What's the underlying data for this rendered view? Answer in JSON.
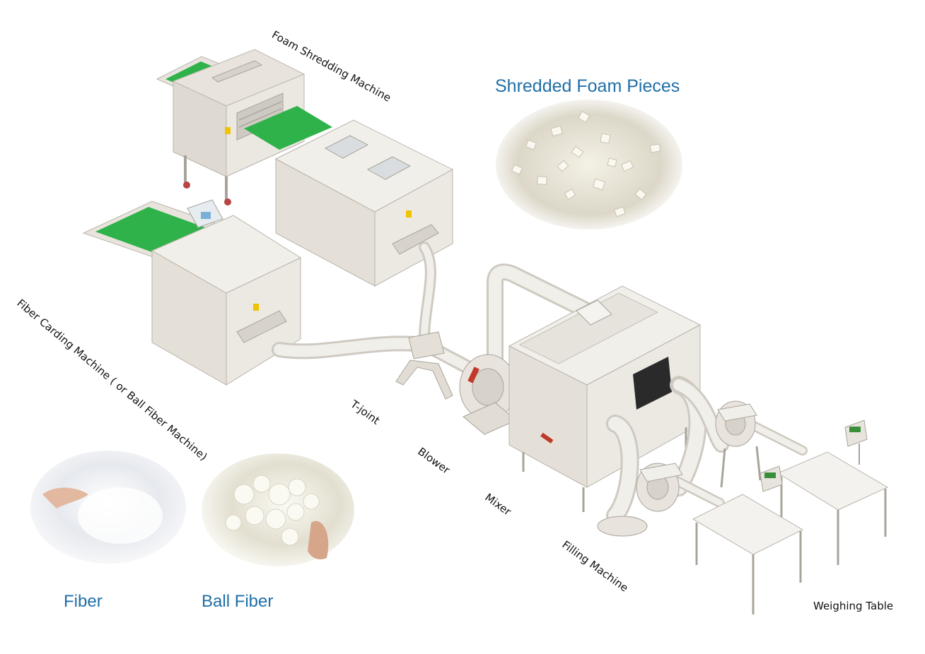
{
  "labels": {
    "foam_shredding": "Foam Shredding Machine",
    "fiber_carding": "Fiber Carding Machine ( or Ball Fiber Machine)",
    "t_joint": "T-joint",
    "blower": "Blower",
    "mixer": "Mixer",
    "filling": "Filling Machine",
    "weighing": "Weighing Table"
  },
  "materials": {
    "shredded_foam": "Shredded Foam Pieces",
    "fiber": "Fiber",
    "ball_fiber": "Ball Fiber"
  },
  "colors": {
    "machine_body": "#e8e4dd",
    "machine_edge": "#b9b4ab",
    "conveyor_green": "#2fb24a",
    "accent_blue": "#1f6fa8"
  }
}
